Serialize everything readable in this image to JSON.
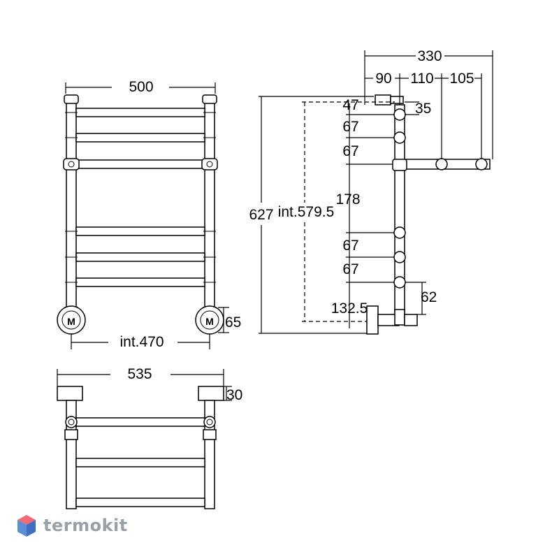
{
  "front_view": {
    "width_overall": "500",
    "width_internal": "int.470",
    "valve_height": "65"
  },
  "top_view": {
    "width_overall": "535",
    "depth": "30"
  },
  "side_view": {
    "depth_total": "330",
    "depth_a": "90",
    "depth_b": "110",
    "depth_c": "105",
    "height_total": "627",
    "height_internal": "int.579.5",
    "top_offset": "47",
    "top_cap": "35",
    "gap_1": "67",
    "gap_2": "67",
    "gap_middle": "178",
    "gap_3": "67",
    "gap_4": "67",
    "bottom_offset": "132.5",
    "valve_offset": "62"
  },
  "valve_label": "M",
  "brand": {
    "name": "termokit",
    "colors": {
      "top": "#f06b74",
      "left": "#5b8fd6",
      "right": "#3f6fc0",
      "text": "#9aa0a6"
    }
  }
}
